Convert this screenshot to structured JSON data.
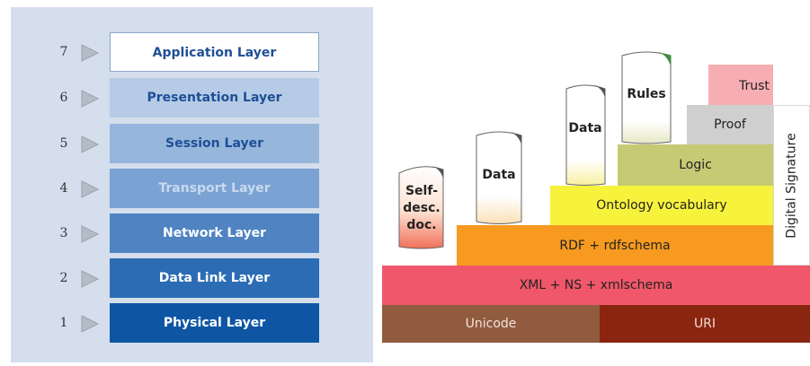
{
  "osi_layers": [
    {
      "number": "7",
      "label": "Application Layer"
    },
    {
      "number": "6",
      "label": "Presentation Layer"
    },
    {
      "number": "5",
      "label": "Session Layer"
    },
    {
      "number": "4",
      "label": "Transport Layer"
    },
    {
      "number": "3",
      "label": "Network Layer"
    },
    {
      "number": "2",
      "label": "Data Link Layer"
    },
    {
      "number": "1",
      "label": "Physical Layer"
    }
  ],
  "semantic_stack": {
    "unicode": "Unicode",
    "uri": "URI",
    "xml": "XML + NS + xmlschema",
    "rdf": "RDF + rdfschema",
    "ontology": "Ontology vocabulary",
    "logic": "Logic",
    "proof": "Proof",
    "trust": "Trust",
    "digital_signature": "Digital Signature",
    "docs": {
      "self_desc": [
        "Self-",
        "desc.",
        "doc."
      ],
      "data_1": "Data",
      "data_2": "Data",
      "rules": "Rules"
    }
  },
  "colors": {
    "osi_panel": "#d4deec",
    "unicode": "#915b40",
    "uri": "#8a2510",
    "xml": "#f1576a",
    "rdf": "#f79a1f",
    "ontology": "#f7f23c",
    "logic": "#c7c975",
    "proof": "#cfcfcf",
    "trust": "#f6aeb2"
  }
}
